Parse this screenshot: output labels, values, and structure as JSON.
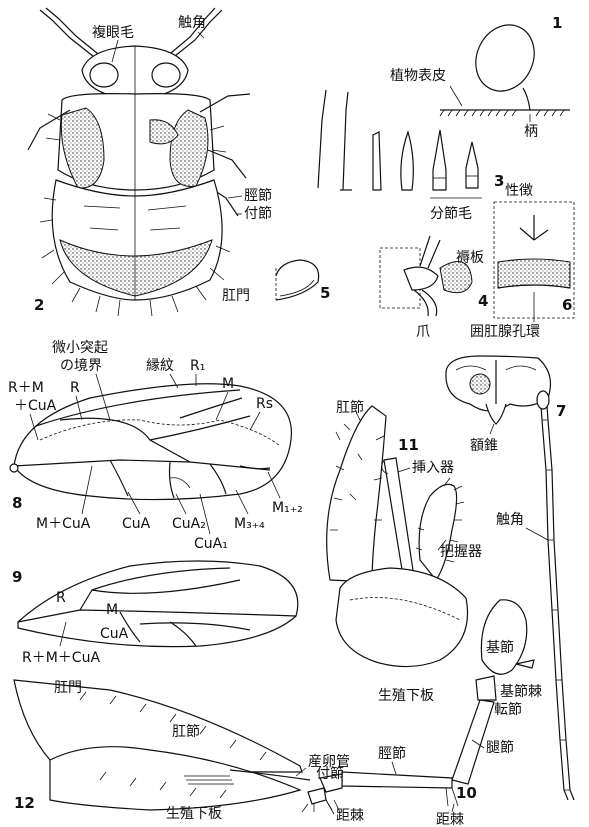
{
  "figure_numbers": {
    "f1": "1",
    "f2": "2",
    "f3": "3",
    "f4": "4",
    "f5": "5",
    "f6": "6",
    "f7": "7",
    "f8": "8",
    "f9": "9",
    "f10": "10",
    "f11": "11",
    "f12": "12"
  },
  "fig2": {
    "compound_eye_seta": "複眼毛",
    "antenna": "触角",
    "tibia": "脛節",
    "tarsus": "付節"
  },
  "fig1": {
    "plant_epidermis": "植物表皮",
    "stalk": "柄"
  },
  "fig3": {
    "segmented_seta": "分節毛"
  },
  "fig4": {
    "pulvillus": "褥板",
    "claw": "爪"
  },
  "fig5": {
    "anus": "肛門"
  },
  "fig6": {
    "sex_mark": "性徴",
    "circumanal_pore_ring": "囲肛腺孔環"
  },
  "fig7": {
    "frontal_cone": "額錐",
    "antenna": "触角"
  },
  "fig8": {
    "microspinule_boundary_line1": "微小突起",
    "microspinule_boundary_line2": "の境界",
    "pterostigma": "縁紋",
    "R1": "R₁",
    "M": "M",
    "Rs": "Rs",
    "RMCuA_line1": "R＋M",
    "R": "R",
    "RMCuA_line2": "＋CuA",
    "M_CuA": "M＋CuA",
    "CuA": "CuA",
    "CuA2": "CuA₂",
    "CuA1": "CuA₁",
    "M34": "M₃₊₄",
    "M12": "M₁₊₂"
  },
  "fig9": {
    "R": "R",
    "M": "M",
    "CuA": "CuA",
    "R_M_CuA": "R＋M＋CuA"
  },
  "fig11": {
    "proctiger": "肛節",
    "aedeagus": "挿入器",
    "paramere": "把握器",
    "subgenital_plate": "生殖下板"
  },
  "fig10": {
    "coxa": "基節",
    "coxal_spine": "基節棘",
    "trochanter": "転節",
    "femur": "腿節",
    "tibia": "脛節",
    "tarsus": "付節",
    "spur_a": "距棘",
    "spur_b": "距棘"
  },
  "fig12": {
    "anus": "肛門",
    "proctiger": "肛節",
    "ovipositor": "産卵管",
    "subgenital_plate": "生殖下板"
  }
}
